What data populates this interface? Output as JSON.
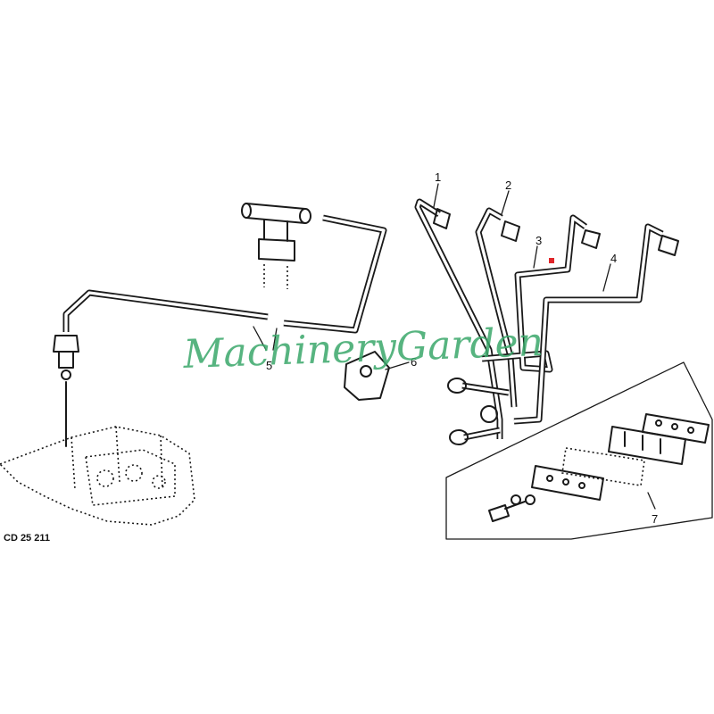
{
  "figure_code": "CD 25 211",
  "callouts": [
    "1",
    "2",
    "3",
    "4",
    "5",
    "6",
    "7"
  ],
  "watermark": "MachineryGarden",
  "colors": {
    "line_art": "#1a1a1a",
    "watermark": "#3aa86a",
    "marker": "#e0262a"
  }
}
